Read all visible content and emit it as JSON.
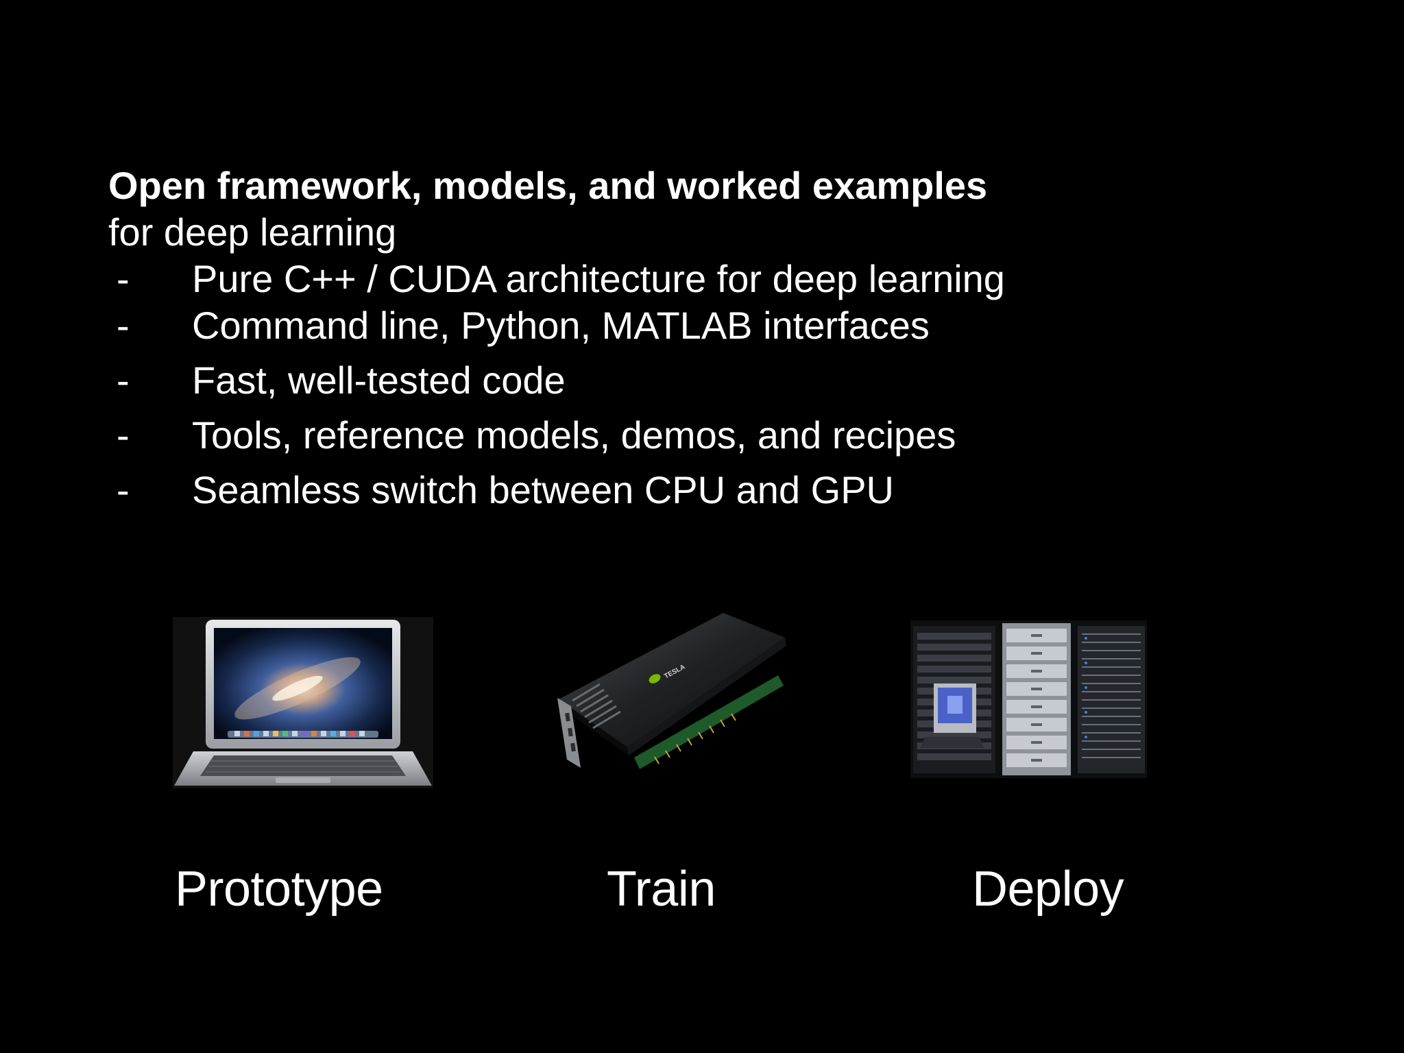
{
  "slide": {
    "headline": "Open framework, models, and worked examples",
    "subline": "for deep learning",
    "bullet_marker": "-",
    "bullets": [
      "Pure C++ / CUDA architecture for deep learning",
      "Command line, Python, MATLAB interfaces",
      "Fast, well-tested code",
      "Tools, reference models, demos, and recipes",
      "Seamless switch between CPU and GPU"
    ],
    "stages": [
      {
        "caption": "Prototype",
        "icon": "laptop-icon"
      },
      {
        "caption": "Train",
        "icon": "gpu-card-icon"
      },
      {
        "caption": "Deploy",
        "icon": "server-rack-icon"
      }
    ],
    "gpu_brand_text": "TESLA"
  },
  "colors": {
    "background": "#000000",
    "text": "#ffffff"
  }
}
